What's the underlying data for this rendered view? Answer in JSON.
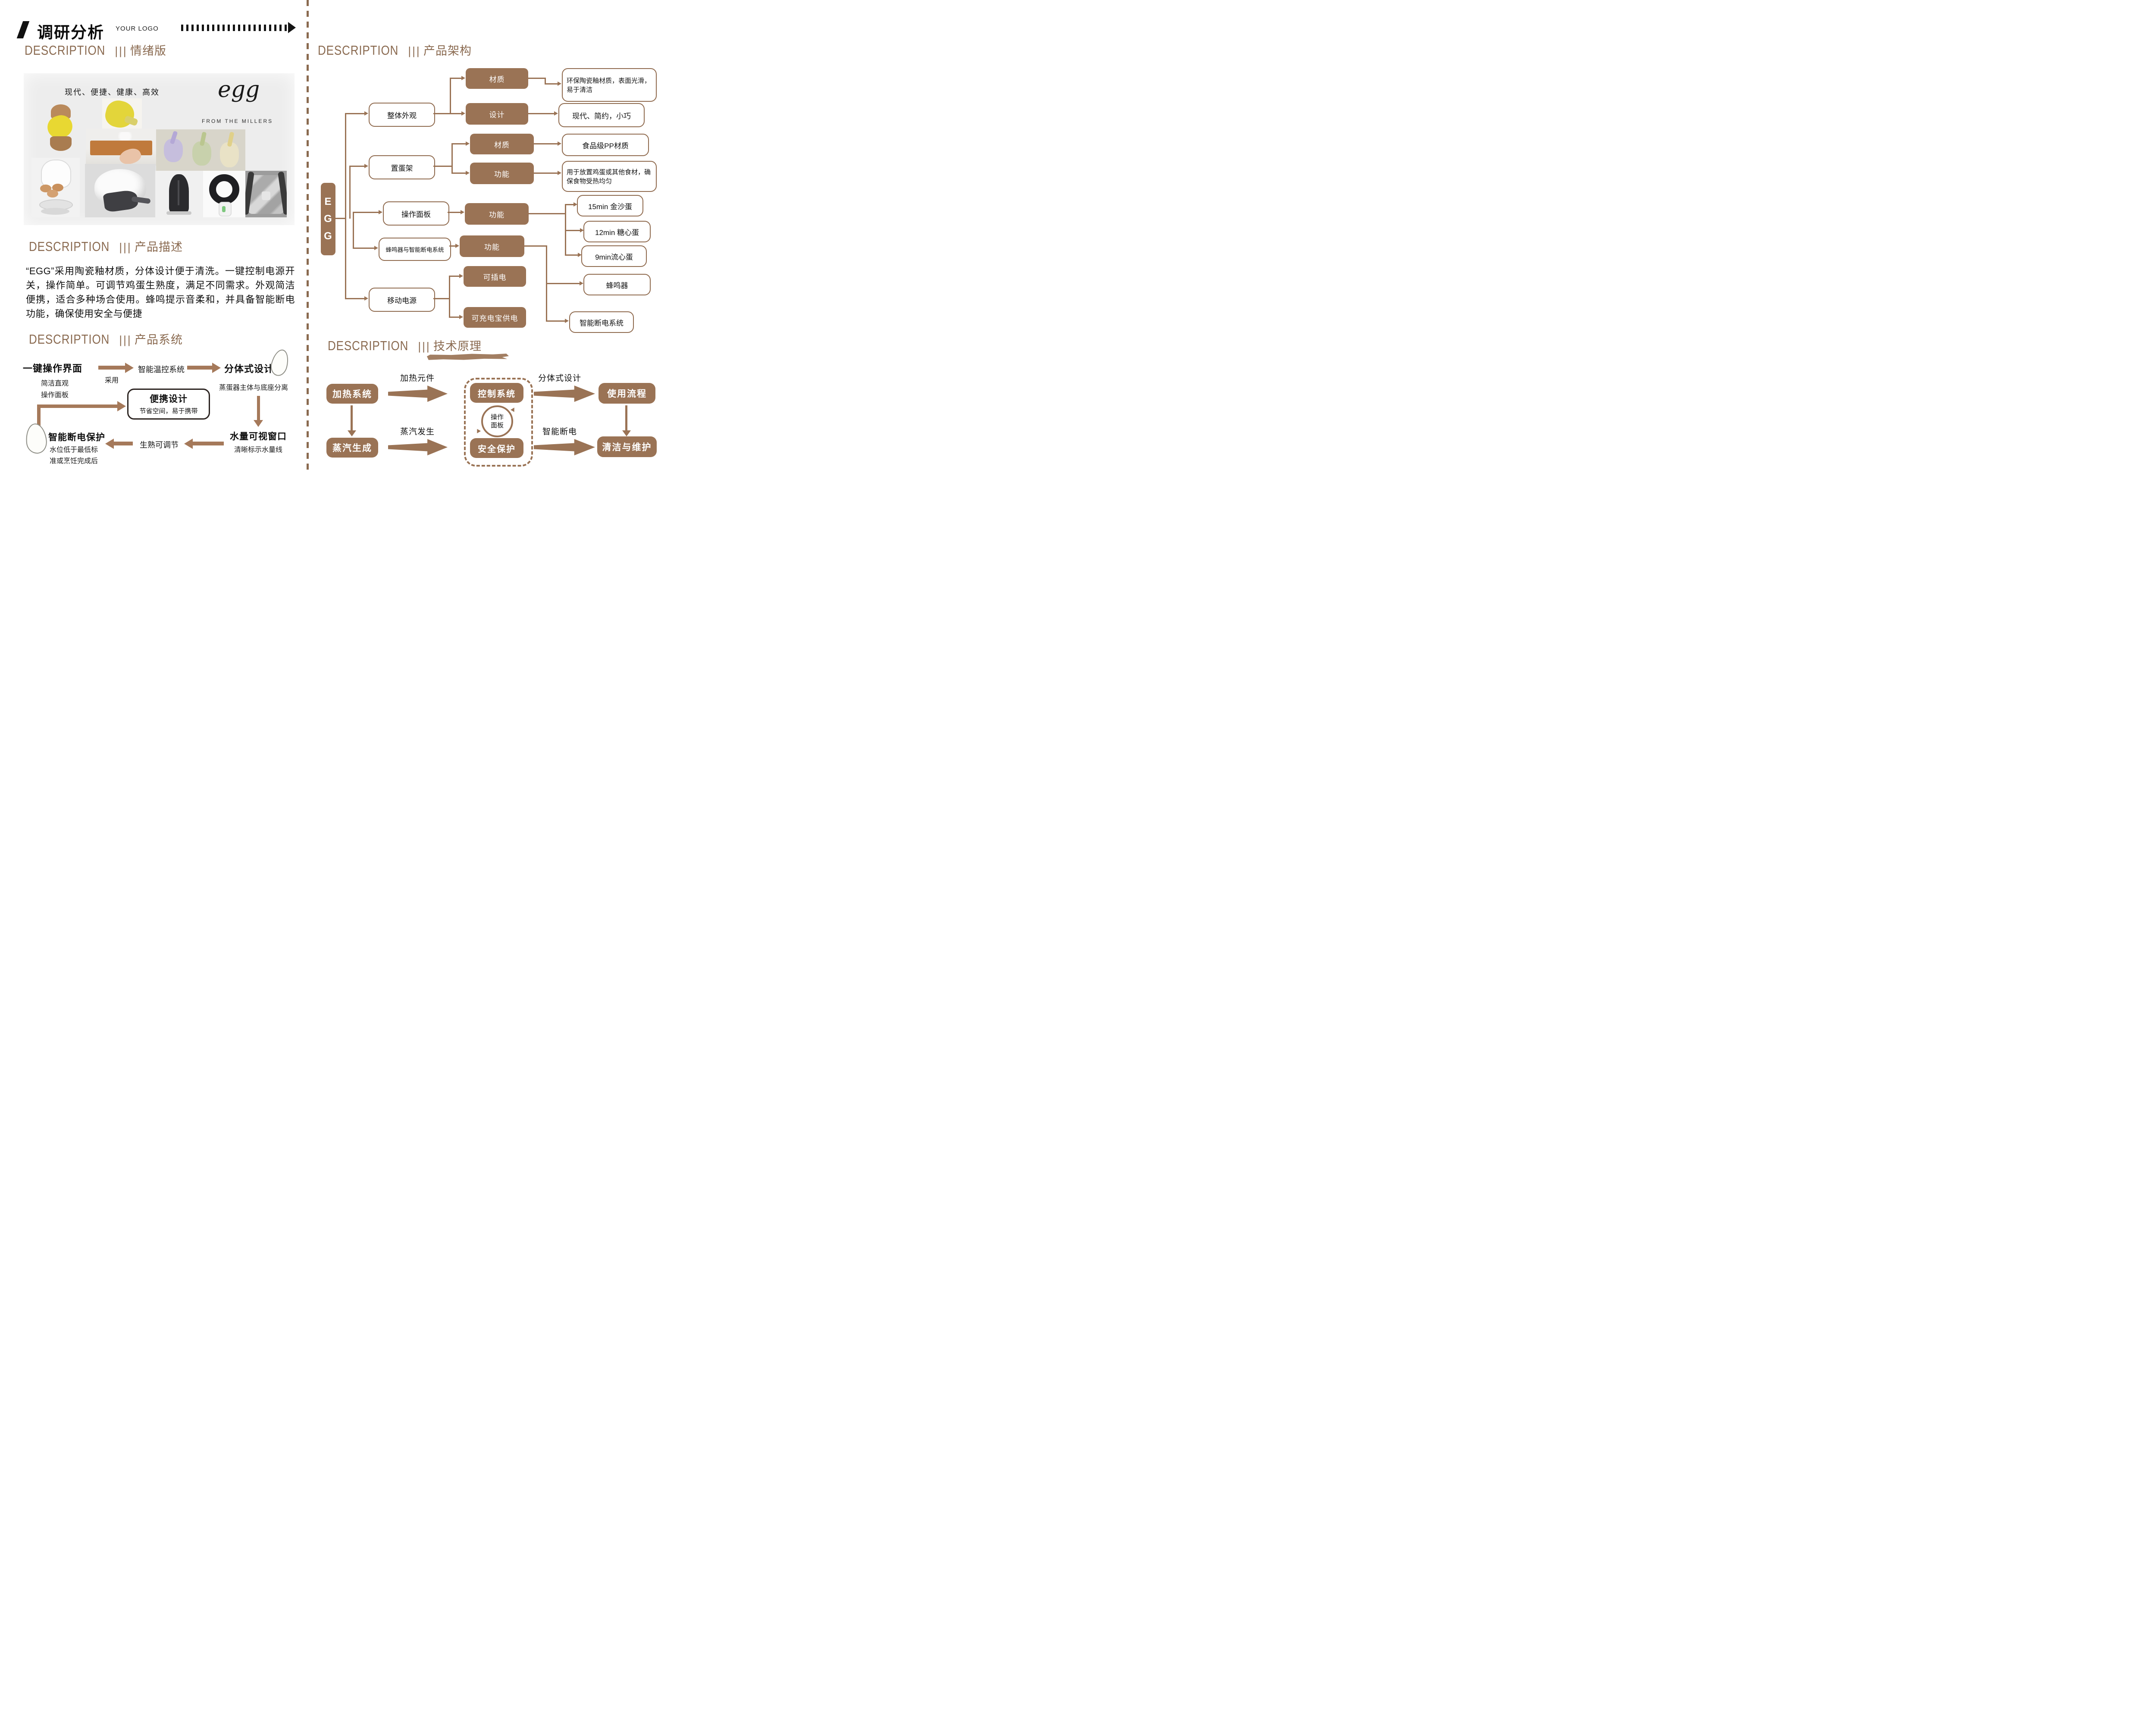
{
  "colors": {
    "node_brown": "#9a7355",
    "title_brown": "#8a6a50",
    "arrow_brown": "#a5795a",
    "divider_brown": "#8a6a4f",
    "moodboard_bg": "#ededed",
    "text_black": "#111111"
  },
  "header": {
    "title": "调研分析",
    "logo": "YOUR LOGO"
  },
  "sections": {
    "mood": {
      "en": "DESCRIPTION",
      "bars": "|||",
      "zh": "情绪版",
      "keywords": "现代、便捷、健康、高效",
      "brand": "egg",
      "brand_sub": "FROM THE MILLERS",
      "photos": [
        "broken-eggshell-yellow-egg-device",
        "yellow-egg-device-closeup",
        "wood-board-projection-touch",
        "mini-garment-steamers-trio",
        "clear-steamer-parts-with-eggs",
        "white-dome-appliance",
        "black-tower-appliance",
        "ring-bladeless-fan",
        "gray-insulated-bag"
      ]
    },
    "desc": {
      "en": "DESCRIPTION",
      "bars": "|||",
      "zh": "产品描述",
      "body": "“EGG”采用陶瓷釉材质，分体设计便于清洗。一键控制电源开关，操作简单。可调节鸡蛋生熟度，满足不同需求。外观简洁便携，适合多种场合使用。蜂鸣提示音柔和，并具备智能断电功能，确保使用安全与便捷"
    },
    "system": {
      "en": "DESCRIPTION",
      "bars": "|||",
      "zh": "产品系统",
      "one_key": "一键操作界面",
      "one_key_sub1": "简洁直观",
      "one_key_sub2": "操作面板",
      "adopt": "采用",
      "temp": "智能温控系统",
      "split": "分体式设计",
      "split_sub": "蒸蛋器主体与底座分离",
      "portable": "便携设计",
      "portable_sub": "节省空间，易于携带",
      "cutoff": "智能断电保护",
      "cutoff_sub1": "水位低于最低标",
      "cutoff_sub2": "准或烹饪完成后",
      "adjust": "生熟可调节",
      "window": "水量可视窗口",
      "window_sub": "清晰标示水量线"
    },
    "arch": {
      "en": "DESCRIPTION",
      "bars": "|||",
      "zh": "产品架构",
      "root": [
        "E",
        "G",
        "G"
      ],
      "l1": [
        "整体外观",
        "置蛋架",
        "操作面板",
        "蜂鸣器与智能断电系统",
        "移动电源"
      ],
      "l2": [
        "材质",
        "设计",
        "材质",
        "功能",
        "功能",
        "功能",
        "可插电",
        "可充电宝供电"
      ],
      "l3": [
        "环保陶瓷釉材质，表面光滑，易于清洁",
        "现代、简约，小巧",
        "食品级PP材质",
        "用于放置鸡蛋或其他食材，确保食物受热均匀",
        "15min 金沙蛋",
        "12min 糖心蛋",
        "9min流心蛋",
        "蜂鸣器",
        "智能断电系统"
      ]
    },
    "tech": {
      "en": "DESCRIPTION",
      "bars": "|||",
      "zh": "技术原理",
      "heating": "加热系统",
      "steam": "蒸汽生成",
      "control": "控制系统",
      "safety": "安全保护",
      "usage": "使用流程",
      "clean": "清洁与维护",
      "lbl_heating": "加热元件",
      "lbl_steam": "蒸汽发生",
      "lbl_split": "分体式设计",
      "lbl_cutoff": "智能断电",
      "cycle1": "操作",
      "cycle2": "面板"
    }
  }
}
